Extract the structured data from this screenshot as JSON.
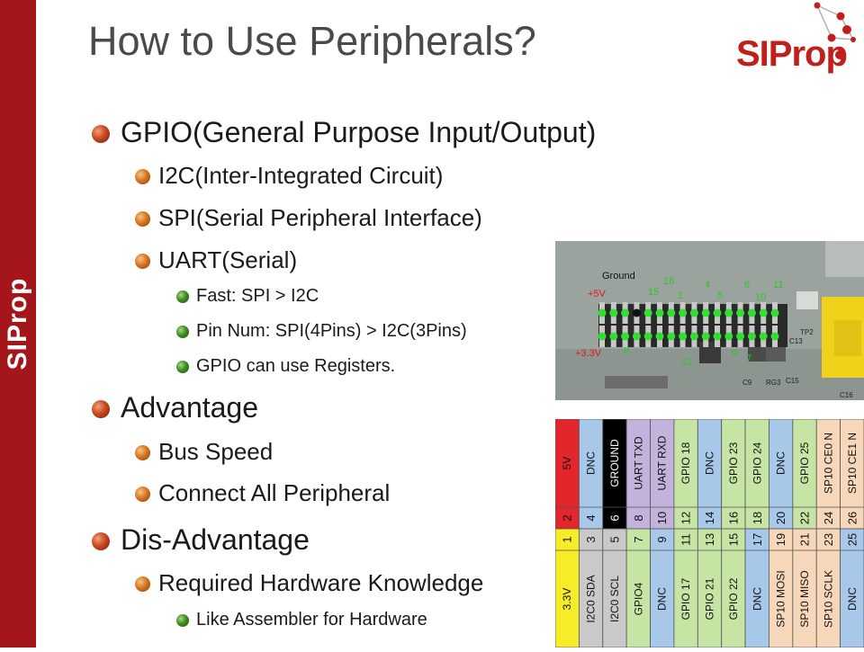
{
  "slide": {
    "title": "How to Use Peripherals?",
    "side_logo": "SIProp",
    "brand_logo": "SIProp"
  },
  "bullets": [
    {
      "level": 1,
      "text": "GPIO(General Purpose Input/Output)"
    },
    {
      "level": 2,
      "text": "I2C(Inter-Integrated Circuit)"
    },
    {
      "level": 2,
      "text": "SPI(Serial Peripheral Interface)"
    },
    {
      "level": 2,
      "text": "UART(Serial)"
    },
    {
      "level": 3,
      "text": "Fast: SPI > I2C"
    },
    {
      "level": 3,
      "text": "Pin Num: SPI(4Pins) > I2C(3Pins)"
    },
    {
      "level": 3,
      "text": "GPIO can use Registers."
    },
    {
      "level": 1,
      "text": "Advantage"
    },
    {
      "level": 2,
      "text": "Bus Speed"
    },
    {
      "level": 2,
      "text": "Connect All Peripheral"
    },
    {
      "level": 1,
      "text": "Dis-Advantage"
    },
    {
      "level": 2,
      "text": "Required Hardware Knowledge"
    },
    {
      "level": 3,
      "text": "Like Assembler for Hardware"
    }
  ],
  "board_photo": {
    "labels": {
      "ground": "Ground",
      "v5": "+5V",
      "v33": "+3.3V",
      "tp2": "TP2",
      "c13": "C13",
      "c9": "C9",
      "rg3": "RG3",
      "c15": "C15",
      "c16": "C16"
    },
    "top_numbers": [
      "16",
      "15",
      "1",
      "4",
      "5",
      "6",
      "10",
      "11"
    ],
    "bottom_numbers": [
      "8",
      "13",
      "9",
      "7"
    ]
  },
  "pinout": {
    "top_row": [
      {
        "num": "2",
        "name": "5V",
        "color": "#e3262b"
      },
      {
        "num": "4",
        "name": "DNC",
        "color": "#a8c8ea"
      },
      {
        "num": "6",
        "name": "GROUND",
        "color": "#000000"
      },
      {
        "num": "8",
        "name": "UART TXD",
        "color": "#c3b3dc"
      },
      {
        "num": "10",
        "name": "UART RXD",
        "color": "#c3b3dc"
      },
      {
        "num": "12",
        "name": "GPIO 18",
        "color": "#c6e4a4"
      },
      {
        "num": "14",
        "name": "DNC",
        "color": "#a8c8ea"
      },
      {
        "num": "16",
        "name": "GPIO 23",
        "color": "#c6e4a4"
      },
      {
        "num": "18",
        "name": "GPIO 24",
        "color": "#c6e4a4"
      },
      {
        "num": "20",
        "name": "DNC",
        "color": "#a8c8ea"
      },
      {
        "num": "22",
        "name": "GPIO 25",
        "color": "#c6e4a4"
      },
      {
        "num": "24",
        "name": "SP10 CE0 N",
        "color": "#f7d7b9"
      },
      {
        "num": "26",
        "name": "SP10 CE1 N",
        "color": "#f7d7b9"
      }
    ],
    "bottom_row": [
      {
        "num": "1",
        "name": "3.3V",
        "color": "#f6ec28"
      },
      {
        "num": "3",
        "name": "I2C0 SDA",
        "color": "#c9c9c9"
      },
      {
        "num": "5",
        "name": "I2C0 SCL",
        "color": "#c9c9c9"
      },
      {
        "num": "7",
        "name": "GPIO4",
        "color": "#c6e4a4"
      },
      {
        "num": "9",
        "name": "DNC",
        "color": "#a8c8ea"
      },
      {
        "num": "11",
        "name": "GPIO 17",
        "color": "#c6e4a4"
      },
      {
        "num": "13",
        "name": "GPIO 21",
        "color": "#c6e4a4"
      },
      {
        "num": "15",
        "name": "GPIO 22",
        "color": "#c6e4a4"
      },
      {
        "num": "17",
        "name": "DNC",
        "color": "#a8c8ea"
      },
      {
        "num": "19",
        "name": "SP10 MOSI",
        "color": "#f7d7b9"
      },
      {
        "num": "21",
        "name": "SP10 MISO",
        "color": "#f7d7b9"
      },
      {
        "num": "23",
        "name": "SP10 SCLK",
        "color": "#f7d7b9"
      },
      {
        "num": "25",
        "name": "DNC",
        "color": "#a8c8ea"
      }
    ]
  }
}
